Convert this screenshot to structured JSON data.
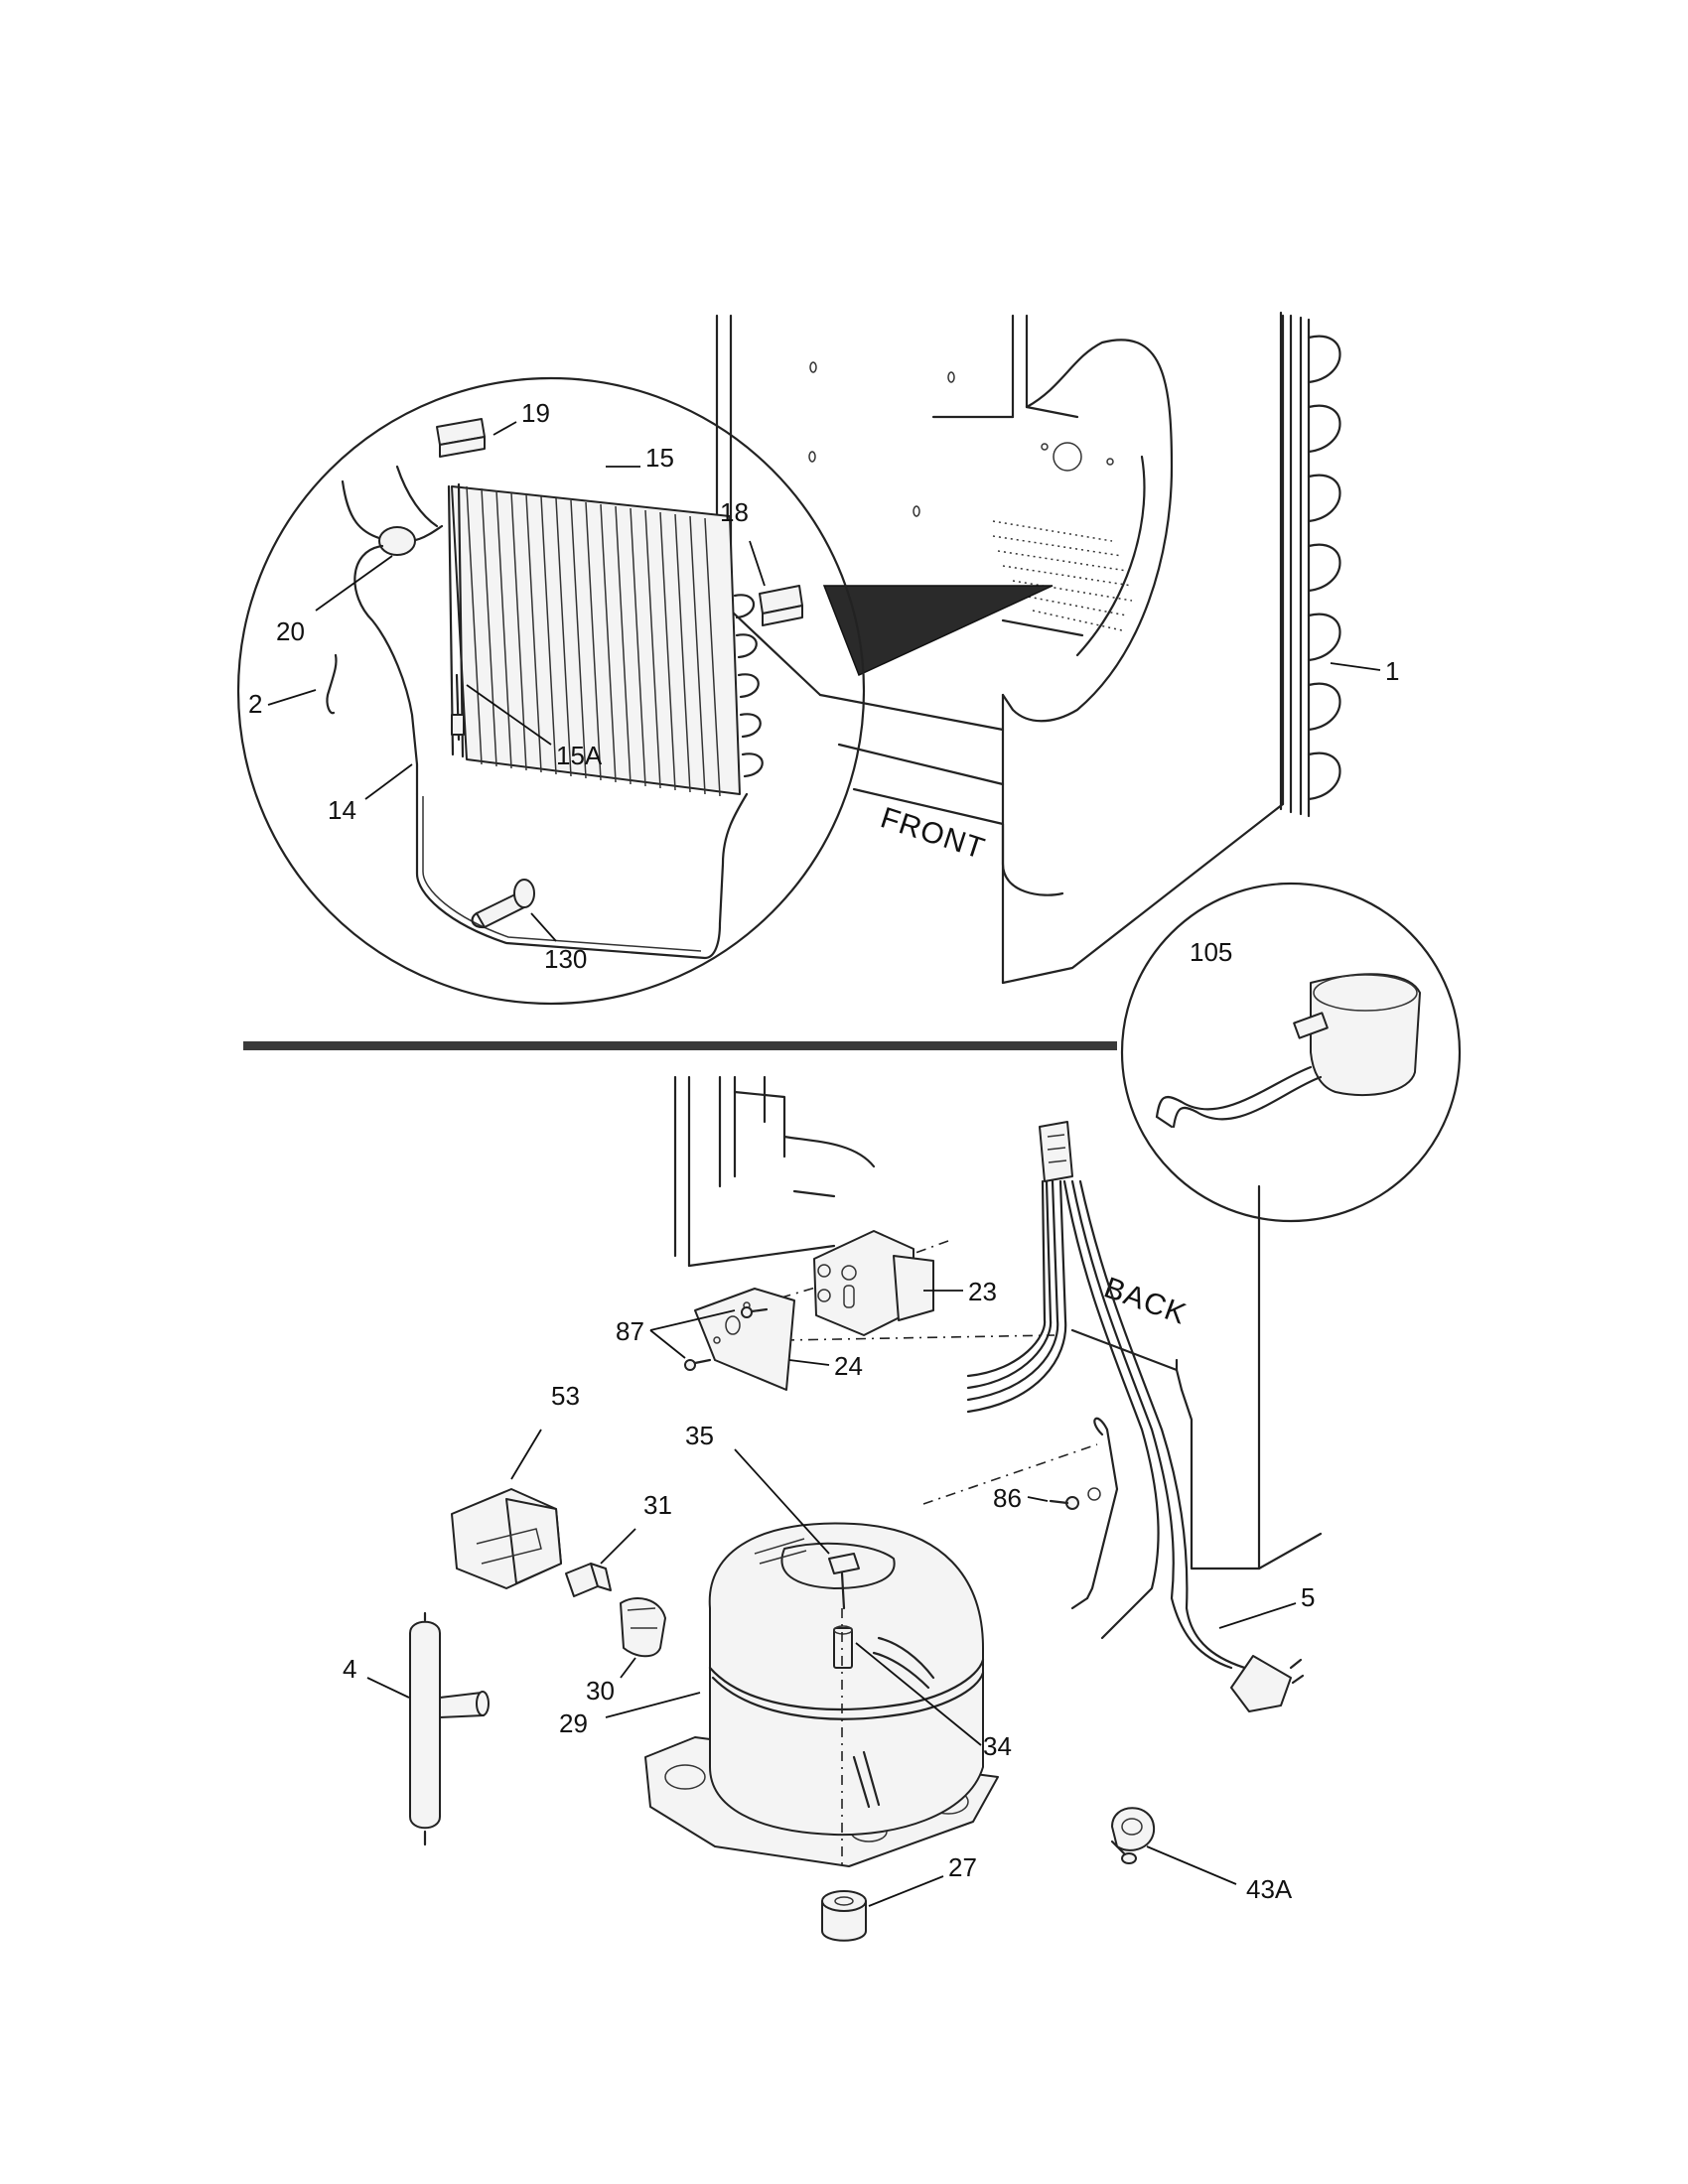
{
  "words": {
    "front": "FRONT",
    "back": "BACK"
  },
  "callouts": {
    "c19": "19",
    "c15": "15",
    "c18": "18",
    "c20": "20",
    "c2": "2",
    "c15a": "15A",
    "c14": "14",
    "c130": "130",
    "c1": "1",
    "c105": "105",
    "c23": "23",
    "c87": "87",
    "c24": "24",
    "c53": "53",
    "c35": "35",
    "c31": "31",
    "c86": "86",
    "c5": "5",
    "c4": "4",
    "c30": "30",
    "c29": "29",
    "c34": "34",
    "c27": "27",
    "c43a": "43A"
  },
  "colors": {
    "line": "#222222",
    "background": "#ffffff",
    "divider": "#333333"
  }
}
